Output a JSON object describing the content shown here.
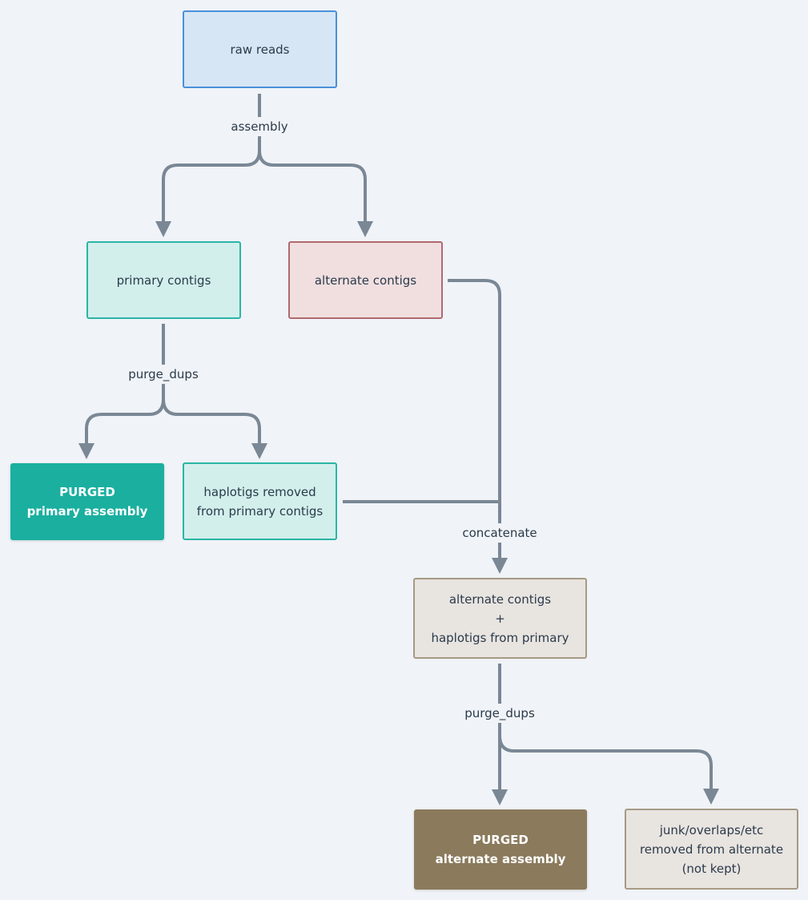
{
  "nodes": {
    "raw_reads": {
      "lines": [
        "raw reads"
      ]
    },
    "primary_contigs": {
      "lines": [
        "primary contigs"
      ]
    },
    "alternate_contigs": {
      "lines": [
        "alternate contigs"
      ]
    },
    "purged_primary": {
      "lines": [
        "PURGED",
        "primary assembly"
      ]
    },
    "haplotigs_removed": {
      "lines": [
        "haplotigs removed",
        "from primary contigs"
      ]
    },
    "concatenated": {
      "lines": [
        "alternate contigs",
        "+",
        "haplotigs from primary"
      ]
    },
    "purged_alternate": {
      "lines": [
        "PURGED",
        "alternate assembly"
      ]
    },
    "junk_removed": {
      "lines": [
        "junk/overlaps/etc",
        "removed from alternate",
        "(not kept)"
      ]
    }
  },
  "edge_labels": {
    "assembly": "assembly",
    "purge_dups_primary": "purge_dups",
    "concatenate": "concatenate",
    "purge_dups_alternate": "purge_dups"
  },
  "colors": {
    "background": "#f0f3f7",
    "connector": "#7a8795",
    "raw_fill": "#d6e6f5",
    "raw_border": "#4a90d9",
    "teal_fill": "#d2efec",
    "teal_border": "#2bb5a5",
    "red_fill": "#f1dfe0",
    "red_border": "#b06a6e",
    "purged_primary_fill": "#1aaf9f",
    "beige_fill": "#e8e4e0",
    "beige_border": "#a69a85",
    "purged_alternate_fill": "#8b7a5c"
  }
}
